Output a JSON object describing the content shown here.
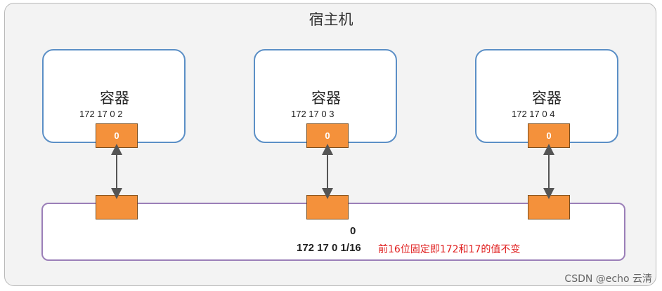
{
  "host": {
    "title": "宿主机"
  },
  "containers": [
    {
      "title": "容器",
      "ip": "172 17 0 2",
      "port_label": "0"
    },
    {
      "title": "容器",
      "ip": "172 17 0 3",
      "port_label": "0"
    },
    {
      "title": "容器",
      "ip": "172 17 0 4",
      "port_label": "0"
    }
  ],
  "bridge": {
    "value": "0",
    "ip": "172 17 0 1/16",
    "note": "前16位固定即172和17的值不变"
  },
  "watermark": "CSDN @echo 云清",
  "colors": {
    "port": "#f4913b",
    "container_border": "#5b8fc6",
    "bridge_border": "#9b7fb8",
    "note": "#e02020"
  }
}
